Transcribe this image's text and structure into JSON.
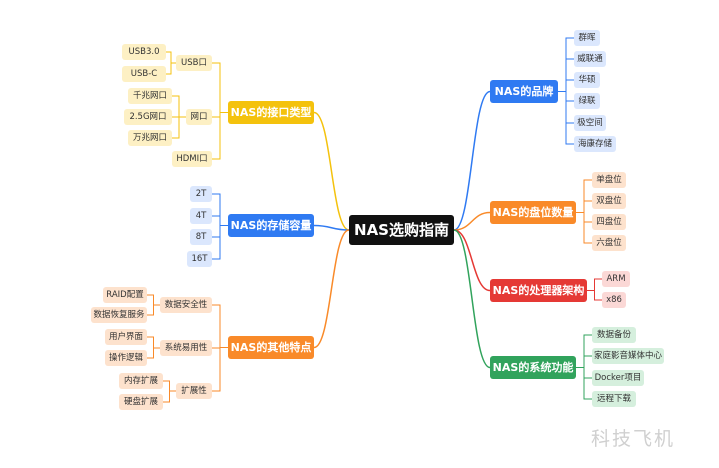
{
  "center": {
    "label": "NAS选购指南"
  },
  "branches": {
    "interfaces": {
      "label": "NAS的接口类型",
      "groups": {
        "usb": {
          "label": "USB口",
          "items": [
            "USB3.0",
            "USB-C"
          ]
        },
        "network": {
          "label": "网口",
          "items": [
            "千兆网口",
            "2.5G网口",
            "万兆网口"
          ]
        },
        "hdmi": {
          "label": "HDMI口"
        }
      }
    },
    "capacity": {
      "label": "NAS的存储容量",
      "items": [
        "2T",
        "4T",
        "8T",
        "16T"
      ]
    },
    "other": {
      "label": "NAS的其他特点",
      "groups": {
        "security": {
          "label": "数据安全性",
          "items": [
            "RAID配置",
            "数据恢复服务"
          ]
        },
        "usability": {
          "label": "系统易用性",
          "items": [
            "用户界面",
            "操作逻辑"
          ]
        },
        "expansion": {
          "label": "扩展性",
          "items": [
            "内存扩展",
            "硬盘扩展"
          ]
        }
      }
    },
    "brands": {
      "label": "NAS的品牌",
      "items": [
        "群晖",
        "威联通",
        "华硕",
        "绿联",
        "极空间",
        "海康存储"
      ]
    },
    "bays": {
      "label": "NAS的盘位数量",
      "items": [
        "单盘位",
        "双盘位",
        "四盘位",
        "六盘位"
      ]
    },
    "cpu": {
      "label": "NAS的处理器架构",
      "items": [
        "ARM",
        "x86"
      ]
    },
    "functions": {
      "label": "NAS的系统功能",
      "items": [
        "数据备份",
        "家庭影音媒体中心",
        "Docker项目",
        "远程下载"
      ]
    }
  },
  "colors": {
    "yellow": "#f4c20d",
    "blue": "#2f7af2",
    "orange": "#f98a29",
    "red": "#e53935",
    "green": "#31a35c"
  },
  "watermark": "科技飞机"
}
